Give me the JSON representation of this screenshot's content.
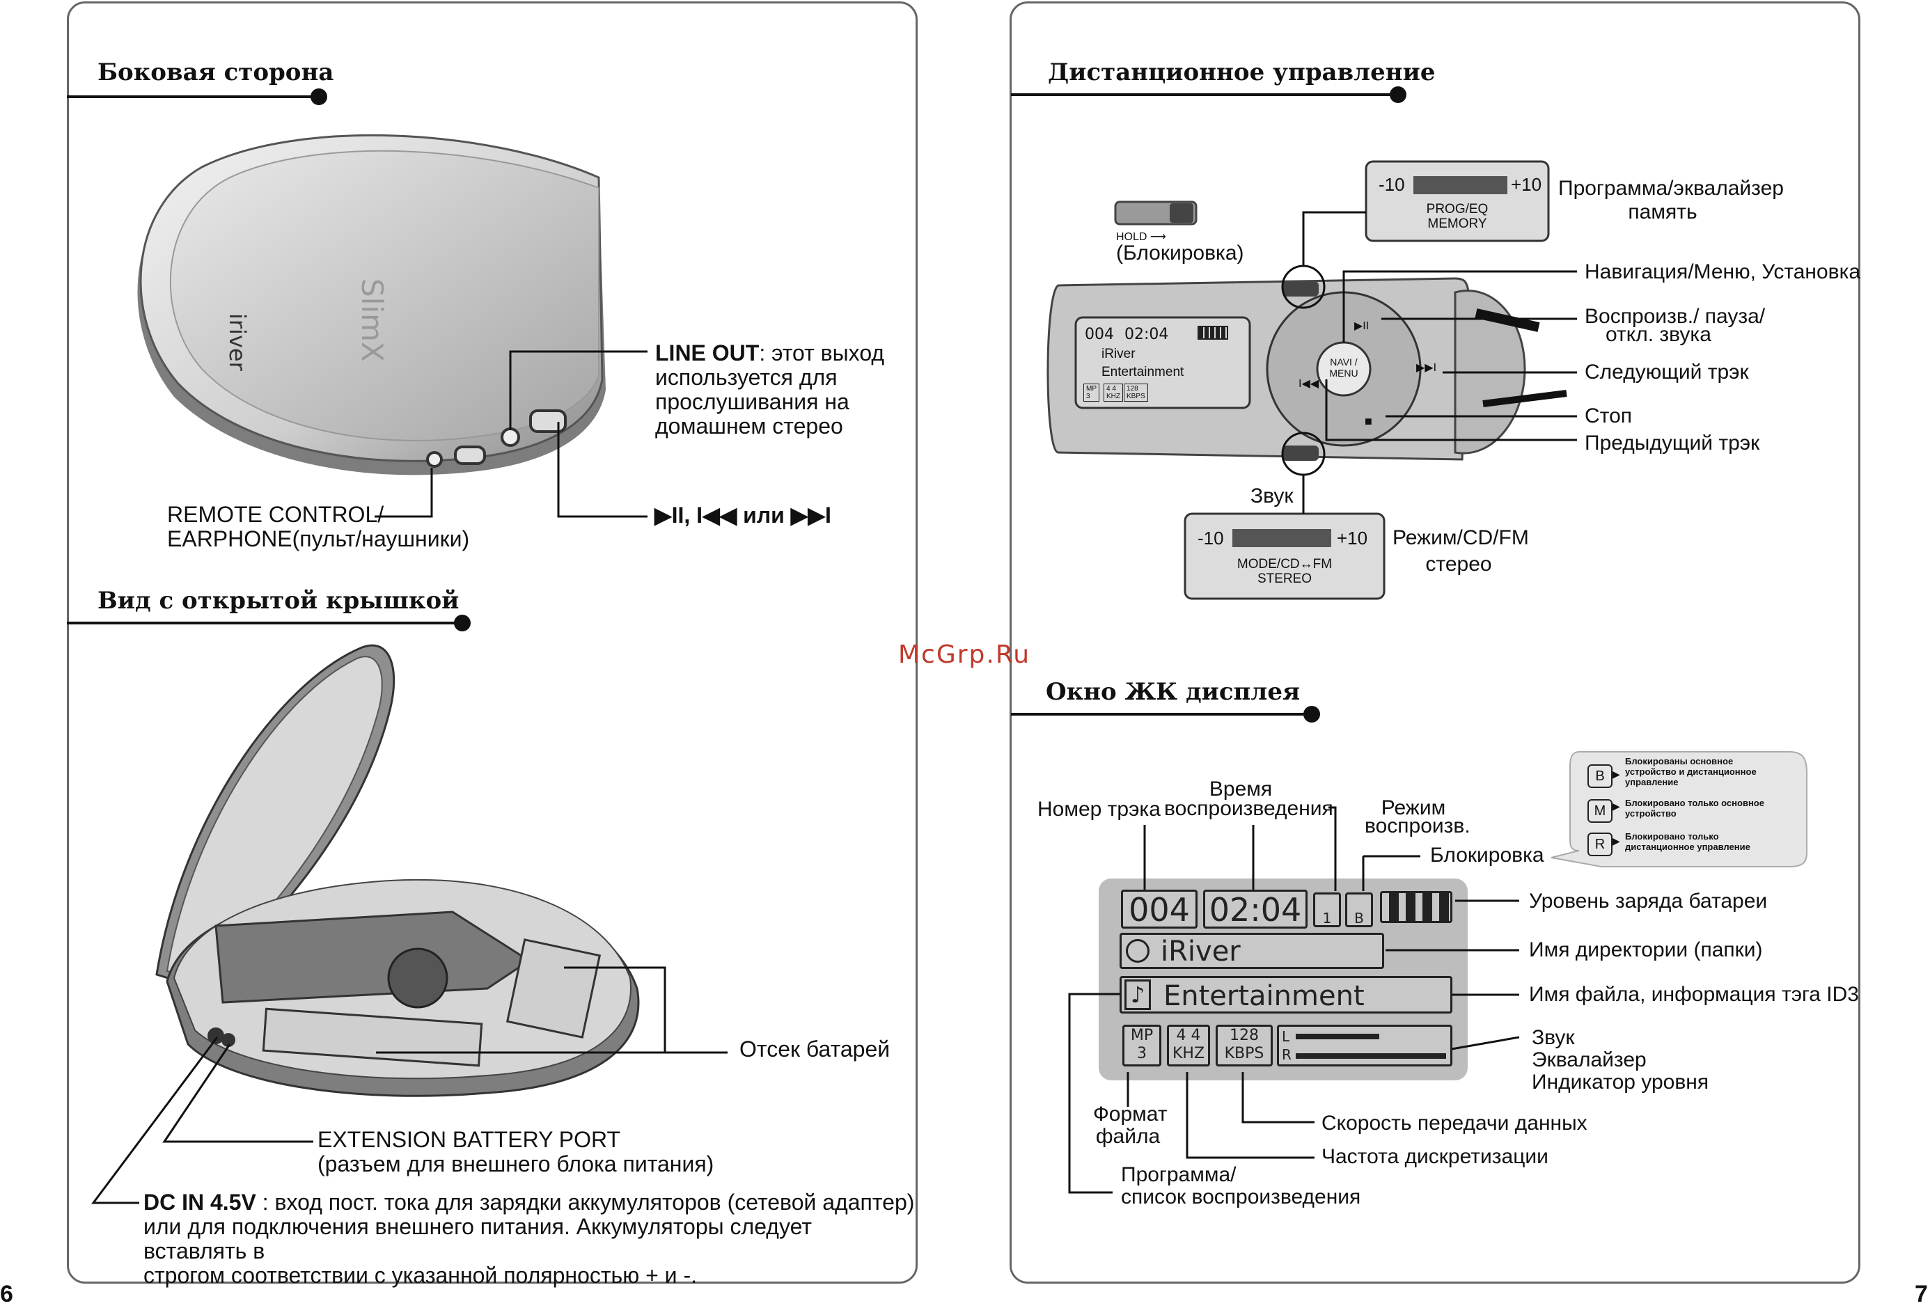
{
  "left_page": {
    "page_number": "6",
    "side": {
      "heading": "Боковая сторона",
      "brand_text": "iriver",
      "model_text": "SlimX",
      "line_out_title": "LINE OUT",
      "line_out_desc_lines": [
        ": этот выход",
        "используется для",
        "прослушивания на",
        "домашнем стерео"
      ],
      "remote_label_lines": [
        "REMOTE CONTROL/",
        "EARPHONE(пульт/наушники)"
      ],
      "buttons_label": "▶II, I◀◀ или ▶▶I"
    },
    "open": {
      "heading": "Вид с открытой крышкой",
      "battery_label": "Отсек батарей",
      "ext_port_lines": [
        "EXTENSION BATTERY PORT",
        "(разъем для внешнего блока питания)"
      ],
      "dc_title": "DC IN 4.5V",
      "dc_desc_lines": [
        " : вход пост. тока для зарядки аккумуляторов (сетевой адаптер)",
        "или для подключения внешнего питания. Аккумуляторы следует вставлять в",
        "строгом  соответствии с указанной полярностью + и -."
      ]
    }
  },
  "right_page": {
    "page_number": "7",
    "remote": {
      "heading": "Дистанционное управление",
      "hold_text": "HOLD ⟶",
      "hold_label": "(Блокировка)",
      "prog_scale_min": "-10",
      "prog_scale_max": "+10",
      "prog_box_lines": [
        "PROG/EQ",
        "MEMORY"
      ],
      "prog_label_lines": [
        "Программа/эквалайзер",
        "память"
      ],
      "nav_label": "Навигация/Меню, Установка",
      "play_label_lines": [
        "Воспроизв./ пауза/",
        "откл. звука"
      ],
      "next_label": "Следующий трэк",
      "stop_label": "Стоп",
      "prev_label": "Предыдущий трэк",
      "volume_label": "Звук",
      "mode_scale_min": "-10",
      "mode_scale_max": "+10",
      "mode_box_lines": [
        "MODE/CD↔FM",
        "STEREO"
      ],
      "mode_label_lines": [
        "Режим/CD/FM",
        "стерео"
      ],
      "nav_button_lines": [
        "NAVI /",
        "MENU"
      ],
      "mini_lcd": {
        "track": "004",
        "time": "02:04",
        "folder": "iRiver",
        "file": "Entertainment",
        "codec_lines": [
          "MP",
          "3"
        ],
        "eq_lines": [
          "4 4",
          "KHZ"
        ],
        "bitrate_lines": [
          "128",
          "KBPS"
        ]
      }
    },
    "lcd": {
      "heading": "Окно ЖК дисплея",
      "watermark": "McGrp.Ru",
      "track_number_label": "Номер трэка",
      "play_time_label_lines": [
        "Время",
        "воспроизведения"
      ],
      "play_mode_label_lines": [
        "Режим",
        "воспроизв."
      ],
      "lock_label": "Блокировка",
      "battery_label": "Уровень заряда батареи",
      "folder_label": "Имя директории (папки)",
      "file_label": "Имя файла, информация тэга ID3",
      "sound_label_lines": [
        "Звук",
        "Эквалайзер",
        "Индикатор уровня"
      ],
      "format_label_lines": [
        "Формат",
        "файла"
      ],
      "bitrate_label": "Скорость передачи данных",
      "samplerate_label": "Частота дискретизации",
      "playlist_label_lines": [
        "Программа/",
        "список воспроизведения"
      ],
      "display": {
        "track": "004",
        "time": "02:04",
        "repeat_num": "1",
        "lock_letter": "B",
        "folder": "iRiver",
        "file": "Entertainment",
        "codec_lines": [
          "MP",
          "3"
        ],
        "freq_lines": [
          "4 4",
          "KHZ"
        ],
        "bitrate_lines": [
          "128",
          "KBPS"
        ],
        "level_left": "L",
        "level_right": "R"
      },
      "lock_legend": [
        {
          "letter": "B",
          "text_lines": [
            "Блокированы основное",
            "устройство и дистанционное",
            "управление"
          ]
        },
        {
          "letter": "M",
          "text_lines": [
            "Блокировано только основное",
            "устройство"
          ]
        },
        {
          "letter": "R",
          "text_lines": [
            "Блокировано только",
            "дистанционное управление"
          ]
        }
      ]
    }
  }
}
